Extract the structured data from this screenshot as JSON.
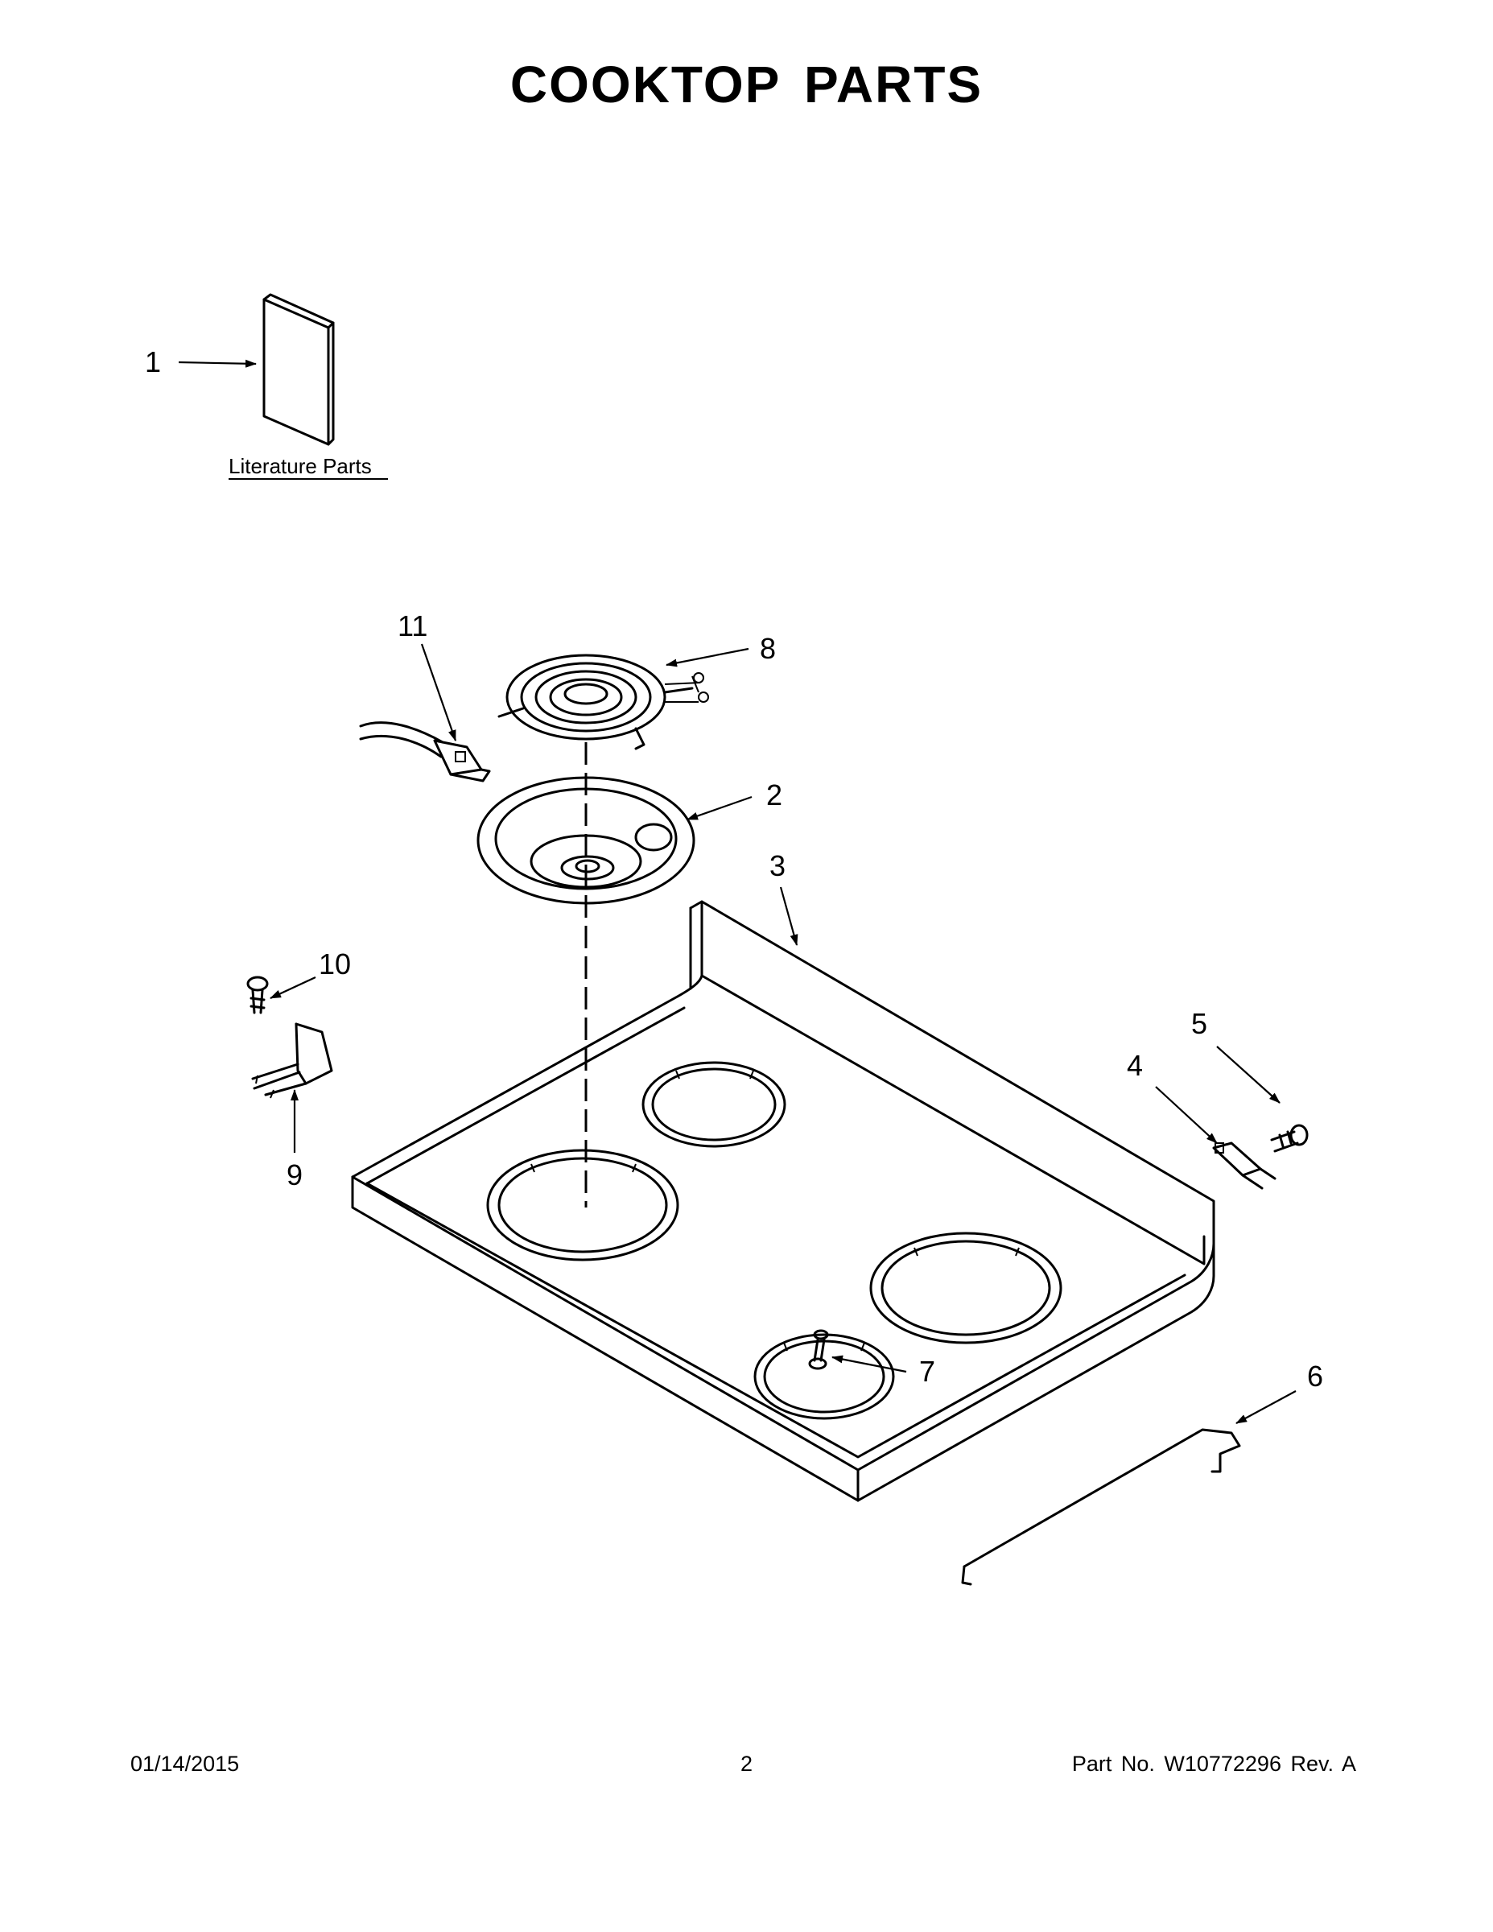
{
  "page": {
    "title": "COOKTOP PARTS"
  },
  "literature": {
    "label": "Literature Parts"
  },
  "callouts": [
    {
      "id": "1",
      "part": "literature"
    },
    {
      "id": "2",
      "part": "drip-bowl"
    },
    {
      "id": "3",
      "part": "cooktop"
    },
    {
      "id": "4",
      "part": "bracket"
    },
    {
      "id": "5",
      "part": "screw"
    },
    {
      "id": "6",
      "part": "cooktop-support-rod"
    },
    {
      "id": "7",
      "part": "screw"
    },
    {
      "id": "8",
      "part": "surface-element"
    },
    {
      "id": "9",
      "part": "receptacle-bracket"
    },
    {
      "id": "10",
      "part": "screw"
    },
    {
      "id": "11",
      "part": "terminal-block"
    }
  ],
  "footer": {
    "date": "01/14/2015",
    "page_number": "2",
    "part_info": "Part No.  W10772296  Rev.  A"
  }
}
